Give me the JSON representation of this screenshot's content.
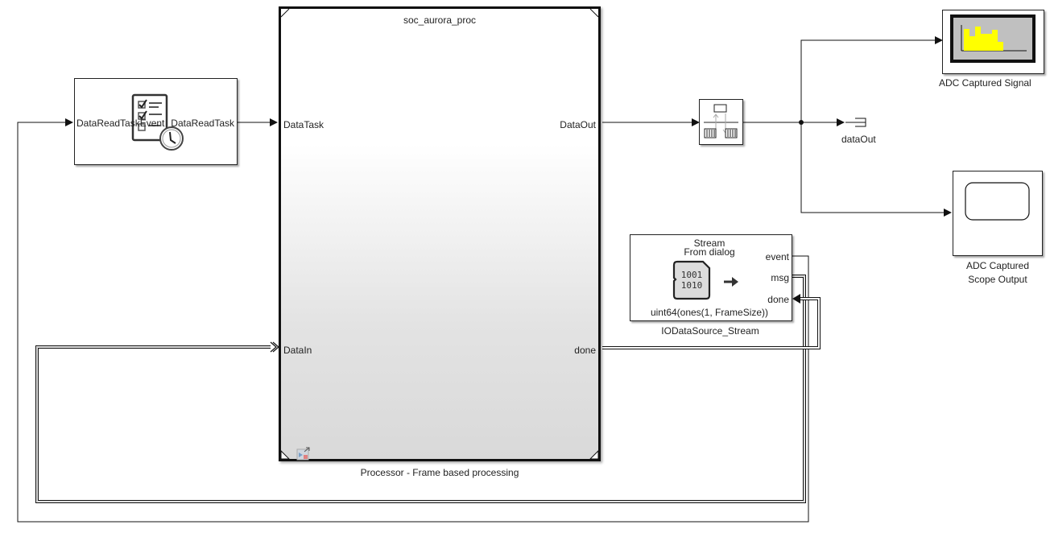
{
  "diagram": {
    "type": "simulink-model",
    "blocks": {
      "task_block": {
        "input_port": "DataReadTaskEvent",
        "output_port": "DataReadTask",
        "icon": "task-checklist-clock-icon"
      },
      "processor": {
        "title": "soc_aurora_proc",
        "caption": "Processor - Frame based processing",
        "ports_in": [
          "DataTask",
          "DataIn"
        ],
        "ports_out": [
          "DataOut",
          "done"
        ],
        "icon": "model-reference-icon"
      },
      "buffer": {
        "icon": "memory-buffer-icon"
      },
      "outport": {
        "label": "dataOut",
        "icon": "outport-icon"
      },
      "spectrum": {
        "caption": "ADC Captured Signal",
        "icon": "spectrum-analyzer-icon",
        "bar_color": "#ffff00"
      },
      "scope": {
        "caption_line1": "ADC Captured",
        "caption_line2": "Scope Output",
        "icon": "scope-icon"
      },
      "io_source": {
        "line1": "Stream",
        "line2": "From dialog",
        "data_bits_1": "1001",
        "data_bits_2": "1010",
        "expression": "uint64(ones(1, FrameSize))",
        "caption": "IODataSource_Stream",
        "ports_out": [
          "event",
          "msg"
        ],
        "ports_in": [
          "done"
        ],
        "icon": "sd-card-icon"
      }
    }
  }
}
